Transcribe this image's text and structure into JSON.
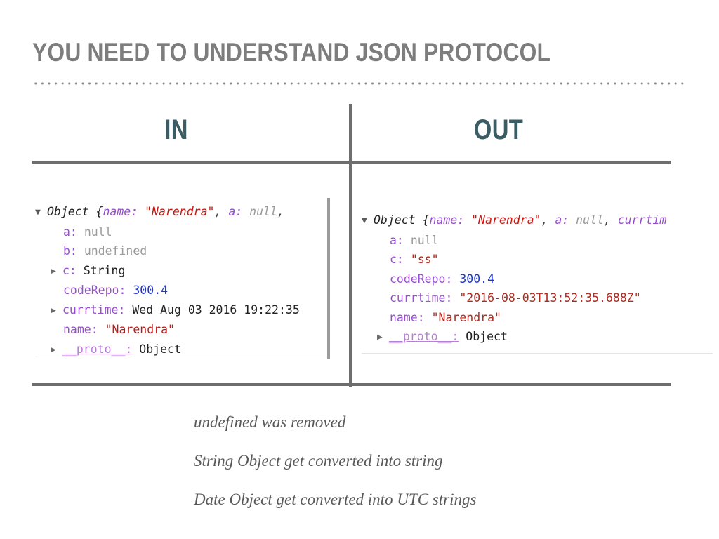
{
  "slide": {
    "title": "YOU NEED TO UNDERSTAND JSON PROTOCOL"
  },
  "columns": {
    "in_label": "IN",
    "out_label": "OUT"
  },
  "colors": {
    "title": "#7d7d7d",
    "heading": "#3b5c63",
    "rule": "#6e6e6e",
    "key": "#9650cd",
    "string": "#c41a16",
    "number": "#1c36d1",
    "null": "#9a9a9a",
    "proto": "#b57fd6"
  },
  "console_in": {
    "expand_icon": "▼",
    "collapsed_icon": "▶",
    "header": {
      "object": "Object",
      "brace": "{",
      "name_key": "name:",
      "name_value": "\"Narendra\"",
      "comma1": ",",
      "a_key": "a:",
      "a_value": "null",
      "comma2": ","
    },
    "rows": [
      {
        "icon": "",
        "key": "a:",
        "value": "null",
        "kind": "null"
      },
      {
        "icon": "",
        "key": "b:",
        "value": "undefined",
        "kind": "null"
      },
      {
        "icon": "▶",
        "key": "c:",
        "value": "String",
        "kind": "plain"
      },
      {
        "icon": "",
        "key": "codeRepo:",
        "value": "300.4",
        "kind": "number"
      },
      {
        "icon": "▶",
        "key": "currtime:",
        "value": "Wed Aug 03 2016 19:22:35",
        "kind": "plain"
      },
      {
        "icon": "",
        "key": "name:",
        "value": "\"Narendra\"",
        "kind": "string"
      },
      {
        "icon": "▶",
        "key": "__proto__:",
        "value": "Object",
        "kind": "proto"
      }
    ]
  },
  "console_out": {
    "expand_icon": "▼",
    "collapsed_icon": "▶",
    "header": {
      "object": "Object",
      "brace": "{",
      "name_key": "name:",
      "name_value": "\"Narendra\"",
      "comma1": ",",
      "a_key": "a:",
      "a_value": "null",
      "comma2": ",",
      "currtime_key": "currtim"
    },
    "rows": [
      {
        "icon": "",
        "key": "a:",
        "value": "null",
        "kind": "null"
      },
      {
        "icon": "",
        "key": "c:",
        "value": "\"ss\"",
        "kind": "string"
      },
      {
        "icon": "",
        "key": "codeRepo:",
        "value": "300.4",
        "kind": "number"
      },
      {
        "icon": "",
        "key": "currtime:",
        "value": "\"2016-08-03T13:52:35.688Z\"",
        "kind": "string"
      },
      {
        "icon": "",
        "key": "name:",
        "value": "\"Narendra\"",
        "kind": "string"
      },
      {
        "icon": "▶",
        "key": "__proto__:",
        "value": "Object",
        "kind": "proto"
      }
    ]
  },
  "notes": [
    "undefined was removed",
    "String Object get converted into string",
    "Date Object get converted into UTC strings"
  ]
}
